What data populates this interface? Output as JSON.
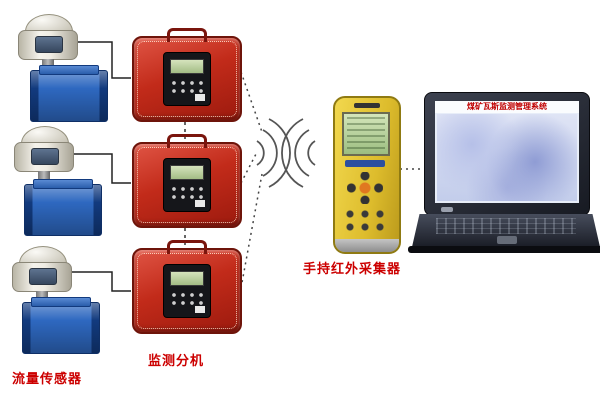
{
  "diagram": {
    "labels": {
      "flow_sensor": "流量传感器",
      "monitor_unit": "监测分机",
      "handheld_collector": "手持红外采集器"
    },
    "laptop": {
      "screen_title": "煤矿瓦斯监测管理系统"
    },
    "colors": {
      "label_red": "#cc0000",
      "case_red": "#c22b1a",
      "tank_blue": "#2e68c0",
      "handheld_yellow": "#e6c636",
      "lcd_green": "#b7d29a"
    }
  }
}
